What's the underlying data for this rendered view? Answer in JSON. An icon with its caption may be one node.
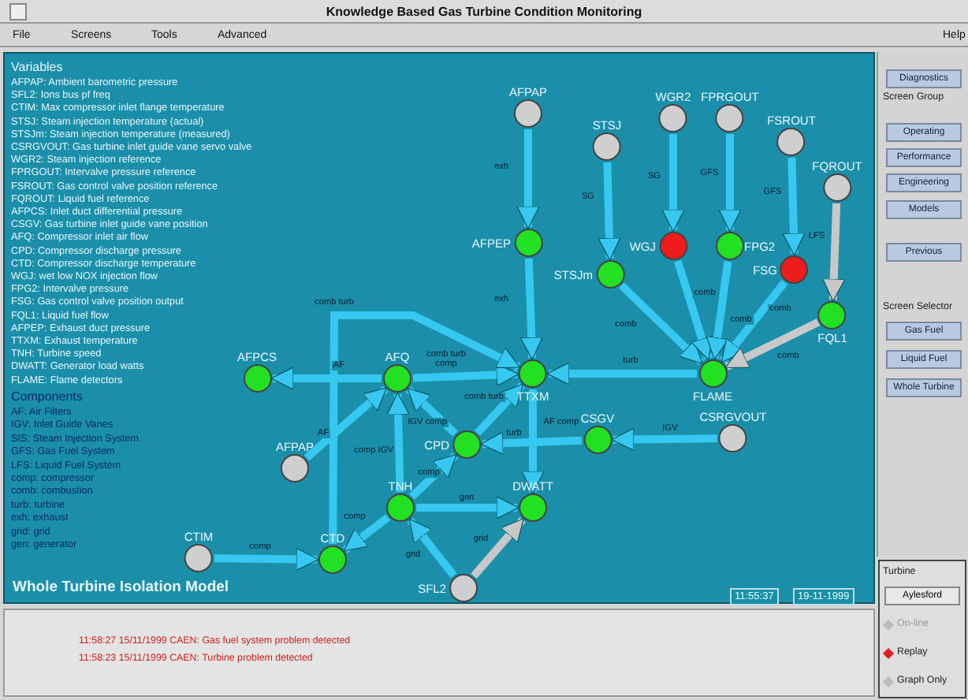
{
  "diagram": {
    "title": "Knowledge Based Gas Turbine Condition Monitoring",
    "nodes": [
      {
        "text": [
          "AFPAP"
        ]
      },
      {
        "text": [
          "STSJ"
        ]
      },
      {
        "text": [
          "WGR2"
        ]
      },
      {
        "text": [
          "FPRGOUT"
        ]
      },
      {
        "text": [
          "FSROUT"
        ]
      },
      {
        "text": [
          "FQROUT"
        ]
      },
      {
        "text": [
          "AFPEP"
        ]
      },
      {
        "text": [
          "STSJm"
        ]
      },
      {
        "text": [
          "WGJ"
        ]
      },
      {
        "text": [
          "FPG2"
        ]
      },
      {
        "text": [
          "FSG"
        ]
      },
      {
        "text": [
          "FQL1"
        ]
      },
      {
        "text": [
          "FLAME"
        ]
      },
      {
        "text": [
          "TTXM"
        ]
      },
      {
        "text": [
          "AFQ"
        ]
      },
      {
        "text": [
          "AFPCS"
        ]
      },
      {
        "text": [
          "AFPAP"
        ]
      },
      {
        "text": [
          "CPD"
        ]
      },
      {
        "text": [
          "CSGV"
        ]
      },
      {
        "text": [
          "CSRGVOUT"
        ]
      },
      {
        "text": [
          "TNH"
        ]
      },
      {
        "text": [
          "DWATT"
        ]
      },
      {
        "text": [
          "CTIM"
        ]
      },
      {
        "text": [
          "CTD"
        ]
      },
      {
        "text": [
          "SFL2"
        ]
      }
    ],
    "edges": [
      {
        "from": 0,
        "to": 6,
        "arrow": "to",
        "label": "exh"
      },
      {
        "from": 6,
        "to": 13,
        "arrow": "to",
        "label": "exh"
      },
      {
        "from": 1,
        "to": 7,
        "arrow": "to",
        "label": "SG"
      },
      {
        "from": 2,
        "to": 8,
        "arrow": "to",
        "label": "SG"
      },
      {
        "from": 3,
        "to": 9,
        "arrow": "to",
        "label": "GFS"
      },
      {
        "from": 4,
        "to": 10,
        "arrow": "to",
        "label": "GFS"
      },
      {
        "from": 5,
        "to": 11,
        "arrow": "to",
        "label": "LFS",
        "color": "#c8c8c8"
      },
      {
        "from": 7,
        "to": 12,
        "arrow": "to",
        "label": "comb"
      },
      {
        "from": 8,
        "to": 12,
        "arrow": "to",
        "label": "comb"
      },
      {
        "from": 9,
        "to": 12,
        "arrow": "to",
        "label": "comb"
      },
      {
        "from": 10,
        "to": 12,
        "arrow": "to",
        "label": "comb"
      },
      {
        "from": 11,
        "to": 12,
        "arrow": "to",
        "label": "comb",
        "color": "#c8c8c8"
      },
      {
        "from": 12,
        "to": 13,
        "arrow": "to",
        "label": "turb"
      },
      {
        "from": 14,
        "to": 15,
        "arrow": "to",
        "label": "AF"
      },
      {
        "from": 14,
        "to": 13,
        "arrow": "to",
        "label": "comb turb comp"
      },
      {
        "from": 23,
        "to": 13,
        "arrow": "to",
        "label": "comb turb"
      },
      {
        "from": 16,
        "to": 14,
        "arrow": "to",
        "label": "AF"
      },
      {
        "from": 20,
        "to": 14,
        "arrow": "to",
        "label": "comp IGV"
      },
      {
        "from": 17,
        "to": 14,
        "arrow": "to",
        "label": "IGV comp"
      },
      {
        "from": 17,
        "to": 13,
        "arrow": "to",
        "label": "comb turb"
      },
      {
        "from": 13,
        "to": 21,
        "arrow": "to",
        "label": "turb"
      },
      {
        "from": 18,
        "to": 17,
        "arrow": "to",
        "label": "AF comp"
      },
      {
        "from": 19,
        "to": 18,
        "arrow": "to",
        "label": "IGV"
      },
      {
        "from": 20,
        "to": 17,
        "arrow": "to",
        "label": "comp"
      },
      {
        "from": 20,
        "to": 21,
        "arrow": "to",
        "label": "gen"
      },
      {
        "from": 20,
        "to": 23,
        "arrow": "to",
        "label": "comp"
      },
      {
        "from": 22,
        "to": 23,
        "arrow": "to",
        "label": "comp"
      },
      {
        "from": 24,
        "to": 20,
        "arrow": "to",
        "label": "grid"
      },
      {
        "from": 24,
        "to": 21,
        "arrow": "to",
        "label": "grid",
        "color": "#c8c8c8"
      }
    ],
    "labels": [
      "File",
      "Screens",
      "Tools",
      "Advanced",
      "Help",
      "Variables",
      "AFPAP: Ambient barometric pressure",
      "SFL2: Ions bus pf freq",
      "CTIM: Max compressor inlet flange temperature",
      "STSJ: Steam injection temperature (actual)",
      "STSJm: Steam injection temperature (measured)",
      "CSRGVOUT: Gas turbine inlet guide vane servo valve",
      "WGR2: Steam injection reference",
      "FPRGOUT: Intervalve pressure reference",
      "FSROUT: Gas control valve position reference",
      "FQROUT: Liquid fuel reference",
      "AFPCS: Inlet duct differential pressure",
      "CSGV: Gas turbine inlet guide vane position",
      "AFQ: Compressor inlet air flow",
      "CPD: Compressor discharge pressure",
      "CTD: Compressor discharge temperature",
      "WGJ: wet low NOX injection flow",
      "FPG2: Intervalve pressure",
      "FSG: Gas control valve position output",
      "FQL1: Liquid fuel flow",
      "AFPEP: Exhaust duct pressure",
      "TTXM: Exhaust temperature",
      "TNH: Turbine speed",
      "DWATT: Generator load watts",
      "FLAME: Flame detectors",
      "Components",
      "AF: Air Filters",
      "IGV: Inlet Guide Vanes",
      "SIS: Steam Injection System",
      "GFS: Gas Fuel System",
      "LFS: Liquid Fuel System",
      "comp: compressor",
      "comb: combustion",
      "turb: turbine",
      "exh: exhaust",
      "grid: grid",
      "gen: generator",
      "Whole Turbine Isolation Model",
      "11:55:37",
      "19-11-1999",
      "11:58:27 15/11/1999 CAEN: Gas fuel system problem detected",
      "11:58:23 15/11/1999 CAEN: Turbine problem detected",
      "Diagnostics",
      "Screen Group",
      "Operating",
      "Performance",
      "Engineering",
      "Models",
      "Previous",
      "Screen Selector",
      "Gas Fuel",
      "Liquid Fuel",
      "Whole Turbine",
      "Turbine",
      "Aylesford",
      "On-line",
      "Replay",
      "Graph Only"
    ]
  }
}
